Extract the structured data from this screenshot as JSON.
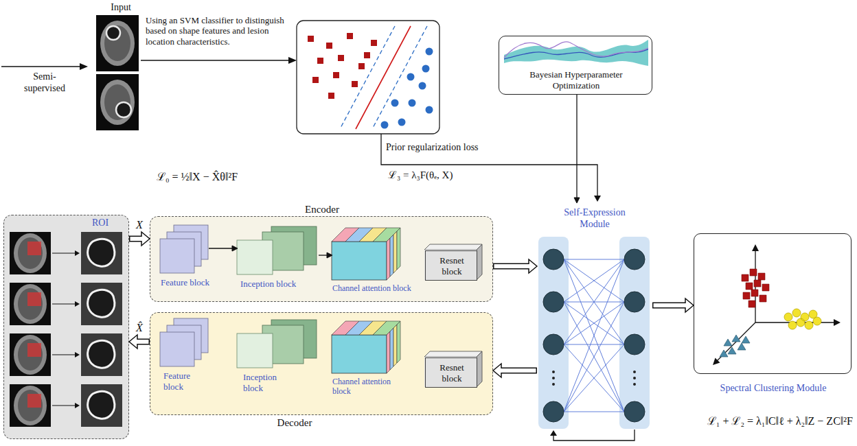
{
  "diagram": {
    "nodes": [
      {
        "text": [
          "Bayesian Hyperparameter Optimization"
        ]
      },
      {
        "text": [
          "ROI"
        ]
      },
      {
        "text": [
          "Encoder"
        ]
      },
      {
        "text": [
          "Feature block"
        ],
        "in": 2
      },
      {
        "text": [
          "Inception block"
        ],
        "in": 2
      },
      {
        "text": [
          "Channel attention block"
        ],
        "in": 2
      },
      {
        "text": [
          "Resnet block"
        ],
        "in": 2
      },
      {
        "text": [
          "Self-Expression Module"
        ]
      },
      {
        "text": [
          "Decoder"
        ]
      },
      {
        "text": [
          "Feature block"
        ],
        "in": 8
      },
      {
        "text": [
          "Inception block"
        ],
        "in": 8
      },
      {
        "text": [
          "Channel attention block"
        ],
        "in": 8
      },
      {
        "text": [
          "Resnet block"
        ],
        "in": 8
      },
      {
        "text": [
          "Spectral Clustering Module"
        ]
      }
    ],
    "edges": [
      {
        "from": 1,
        "to": 2,
        "arrow": "to",
        "label": "X"
      },
      {
        "from": 8,
        "to": 1,
        "arrow": "to",
        "label": "X̂"
      },
      {
        "from": 2,
        "to": 7,
        "arrow": "to"
      },
      {
        "from": 7,
        "to": 8,
        "arrow": "to"
      },
      {
        "from": 7,
        "to": 13,
        "arrow": "to"
      },
      {
        "from": 0,
        "to": 7,
        "arrow": "to"
      },
      {
        "from": 3,
        "to": 4,
        "arrow": "to"
      },
      {
        "from": 4,
        "to": 5,
        "arrow": "to"
      }
    ],
    "labels": [
      "Semi-supervised",
      "Input",
      "Using an SVM classifier to distinguish based on shape features and lesion location characteristics.",
      "Prior regularization loss",
      "ℒ₃ = λ₃F(θₑ, X)",
      "ℒ₀ = ½‖X − X̂θ‖²F",
      "ℒ₁ + ℒ₂ = λ₁‖C‖ℓ + λ₂‖Z − ZC‖²F"
    ]
  }
}
